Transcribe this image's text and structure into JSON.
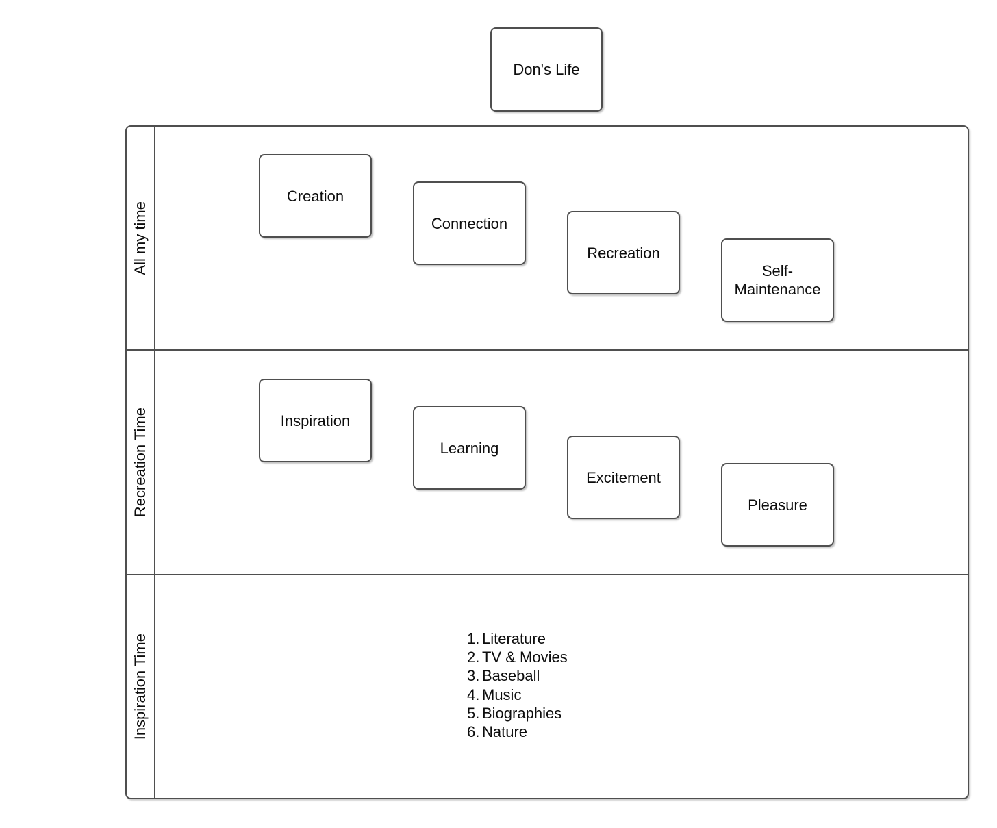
{
  "colors": {
    "border": "#4f4f4f",
    "text": "#0d0d0d",
    "background": "#ffffff"
  },
  "title_box": {
    "label": "Don's Life"
  },
  "swimlane": {
    "lanes": [
      {
        "label": "All my time"
      },
      {
        "label": "Recreation Time"
      },
      {
        "label": "Inspiration Time"
      }
    ]
  },
  "boxes": {
    "creation": "Creation",
    "connection": "Connection",
    "recreation": "Recreation",
    "self_maintenance": "Self-\nMaintenance",
    "inspiration": "Inspiration",
    "learning": "Learning",
    "excitement": "Excitement",
    "pleasure": "Pleasure"
  },
  "inspiration_list": {
    "items": [
      {
        "num": "1.",
        "label": "Literature"
      },
      {
        "num": "2.",
        "label": "TV & Movies"
      },
      {
        "num": "3.",
        "label": "Baseball"
      },
      {
        "num": "4.",
        "label": "Music"
      },
      {
        "num": "5.",
        "label": "Biographies"
      },
      {
        "num": "6.",
        "label": "Nature"
      }
    ]
  }
}
